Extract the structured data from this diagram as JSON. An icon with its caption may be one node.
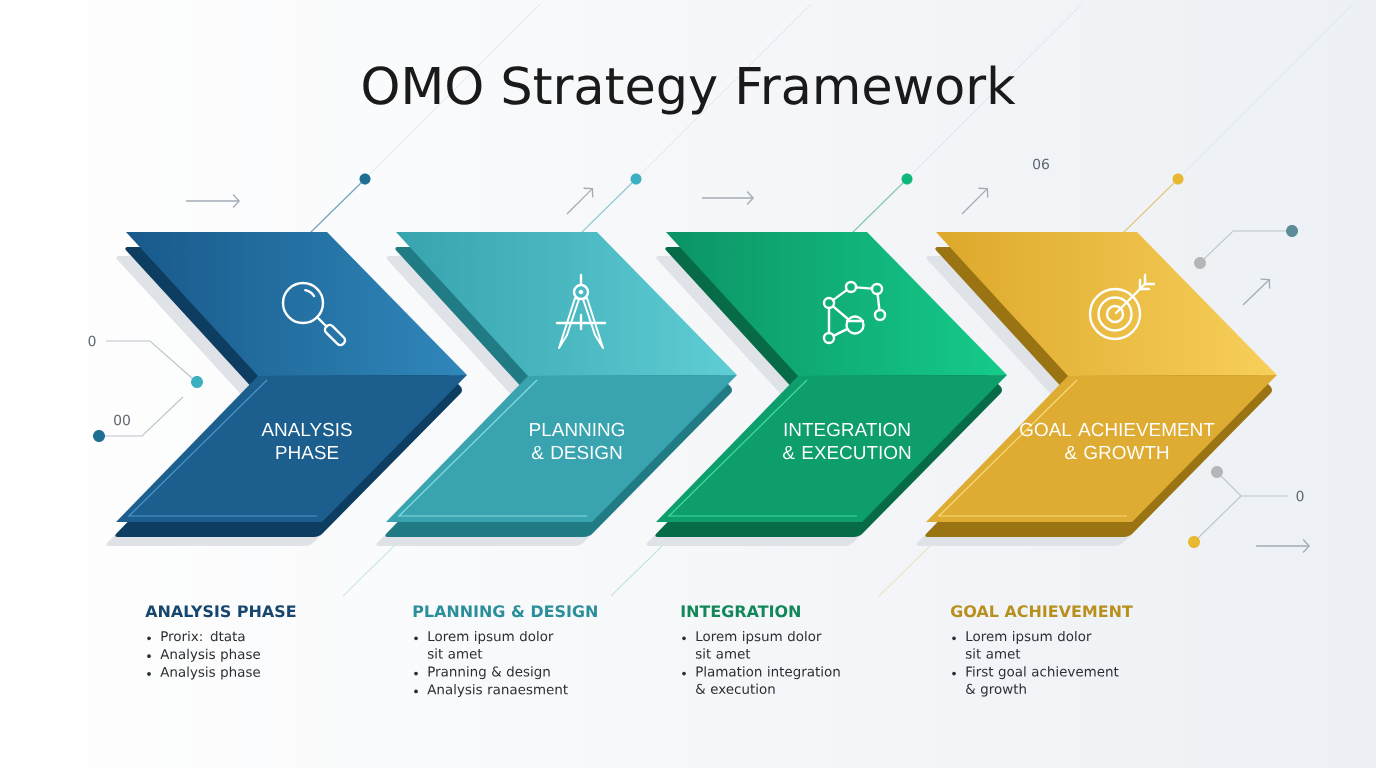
{
  "diagram": {
    "title": "OMO Strategy Framework",
    "nodes": [
      {
        "text": [
          "ANALYSIS PHASE"
        ],
        "beside": [
          "ANALYSIS PHASE",
          "Prorix: dtata",
          "Analysis phase",
          "Analysis phase"
        ]
      },
      {
        "text": [
          "PLANNING & DESIGN"
        ],
        "beside": [
          "PLANNING & DESIGN",
          "Lorem ipsum dolor sit amet",
          "Pranning & design",
          "Analysis ranaesment"
        ]
      },
      {
        "text": [
          "INTEGRATION & EXECUTION"
        ],
        "beside": [
          "INTEGRATION",
          "Lorem ipsum dolor sit amet",
          "Plamation integration & execution"
        ]
      },
      {
        "text": [
          "GOAL ACHIEVEMENT & GROWTH"
        ],
        "beside": [
          "GOAL ACHIEVEMENT",
          "Lorem ipsum dolor sit amet",
          "First goal achievement & growth"
        ]
      }
    ],
    "labels": [
      "06",
      "0",
      "00",
      "0"
    ]
  }
}
